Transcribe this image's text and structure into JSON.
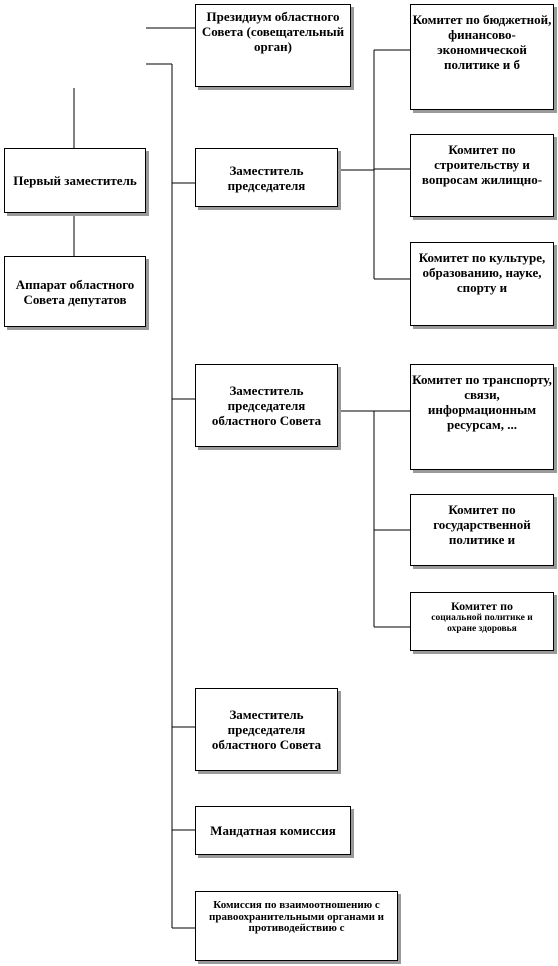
{
  "nodes": {
    "presidium": "Президиум областного Совета (совещательный орган)",
    "first_deputy": "Первый заместитель",
    "apparatus": "Аппарат областного Совета депутатов",
    "deputy_chair_1": "Заместитель председателя",
    "deputy_chair_2": "Заместитель председателя областного Совета",
    "deputy_chair_3": "Заместитель председателя областного Совета",
    "mandate_commission": "Мандатная комиссия",
    "commission_interaction": "Комиссия по взаимоотношению с правоохранительными органами и противодействию с",
    "committee_budget": "Комитет по бюджетной, финансово-экономической политике и б",
    "committee_construction": "Комитет по строительству и вопросам жилищно-",
    "committee_culture": "Комитет по культуре, образованию, науке, спорту и",
    "committee_transport": "Комитет по транспорту, связи, информационным ресурсам, ...",
    "committee_state": "Комитет по государственной политике и",
    "committee_social_title": "Комитет по",
    "committee_social_sub": "социальной политике и охране здоровья"
  }
}
